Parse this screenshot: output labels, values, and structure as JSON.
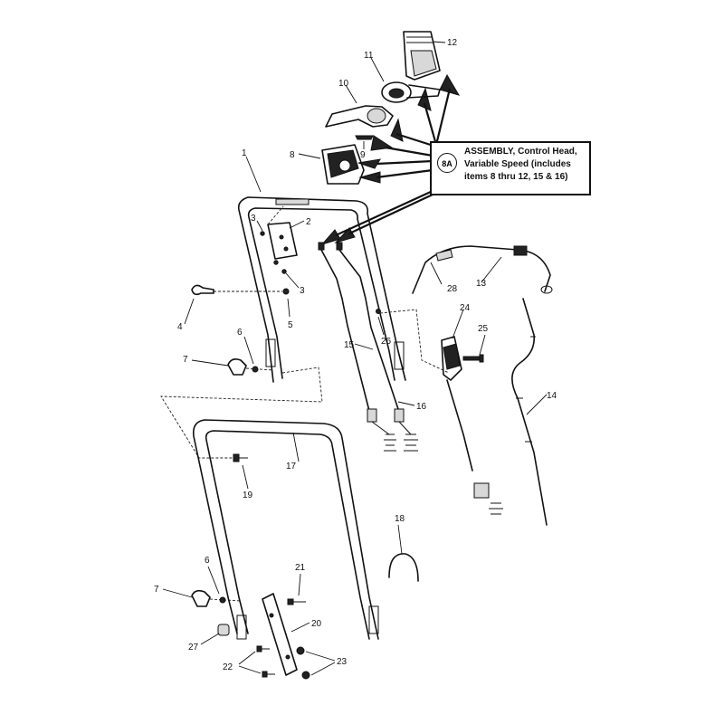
{
  "callout": {
    "id": "8A",
    "text": "ASSEMBLY, Control Head, Variable Speed (includes items 8 thru 12, 15 & 16)"
  },
  "part_labels": {
    "p1": "1",
    "p2": "2",
    "p3a": "3",
    "p3b": "3",
    "p4": "4",
    "p5": "5",
    "p6a": "6",
    "p6b": "6",
    "p7a": "7",
    "p7b": "7",
    "p8": "8",
    "p9": "9",
    "p10": "10",
    "p11": "11",
    "p12": "12",
    "p13": "13",
    "p14": "14",
    "p15": "15",
    "p16": "16",
    "p17": "17",
    "p18": "18",
    "p19": "19",
    "p20": "20",
    "p21": "21",
    "p22": "22",
    "p23": "23",
    "p24": "24",
    "p25": "25",
    "p26": "26",
    "p27": "27",
    "p28": "28"
  }
}
